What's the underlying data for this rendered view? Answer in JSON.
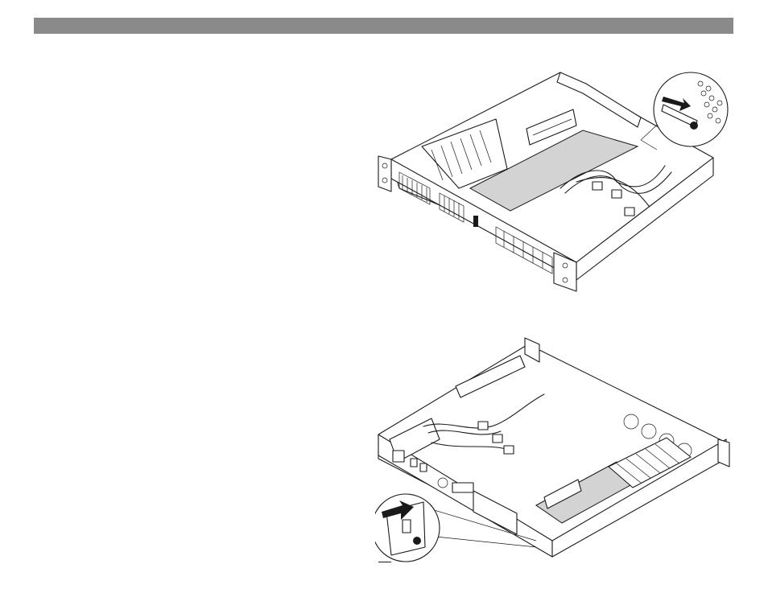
{
  "header_bar": {
    "color": "#8a8a8a"
  },
  "figures": [
    {
      "name": "chassis-front-view",
      "icon": "server-chassis-illustration"
    },
    {
      "name": "chassis-rear-view",
      "icon": "server-chassis-illustration"
    }
  ],
  "colors": {
    "line": "#1a1a1a",
    "board_fill": "#d3d3d3",
    "bar": "#8a8a8a"
  }
}
